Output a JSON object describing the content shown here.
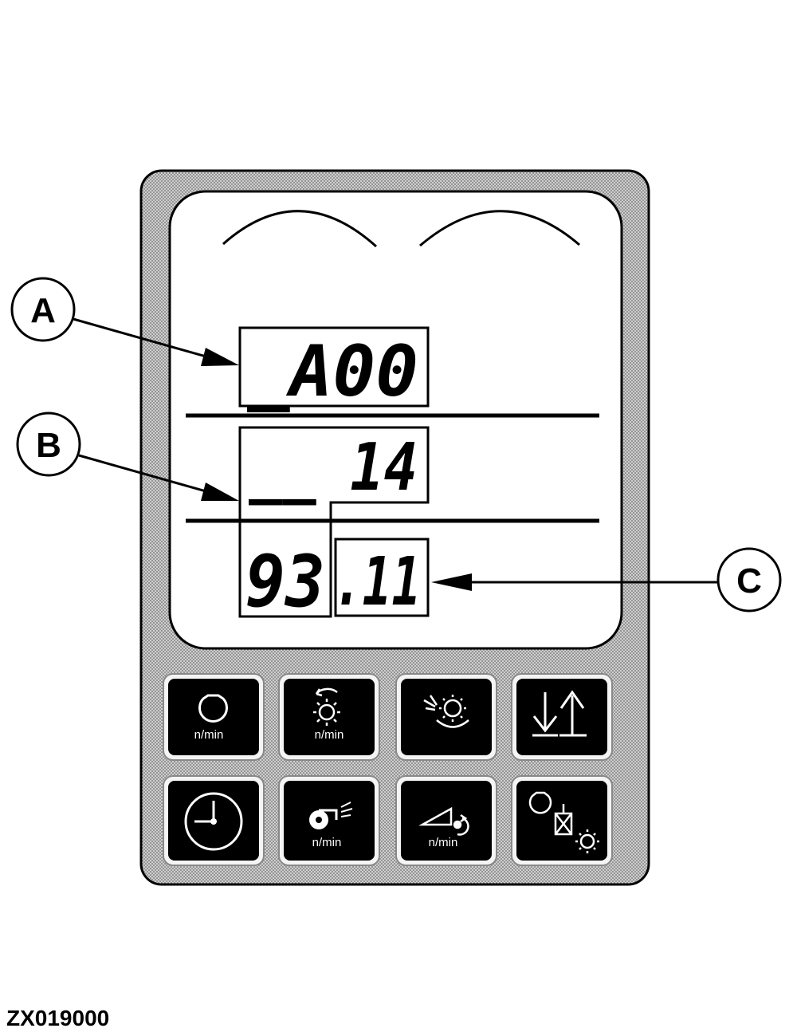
{
  "display": {
    "row_a": "_A00",
    "row_b": "__ 14",
    "row_c_left": "93",
    "row_c_right": ".11"
  },
  "callouts": [
    "A",
    "B",
    "C"
  ],
  "buttons": [
    {
      "name": "engine-speed-button",
      "icon": "engine-icon",
      "label": "n/min"
    },
    {
      "name": "drum-speed-button",
      "icon": "rotating-drum-icon",
      "label": "n/min"
    },
    {
      "name": "cutterhead-button",
      "icon": "cutterhead-icon",
      "label": ""
    },
    {
      "name": "lower-raise-button",
      "icon": "lower-raise-arrows-icon",
      "label": ""
    },
    {
      "name": "hour-meter-button",
      "icon": "clock-icon",
      "label": ""
    },
    {
      "name": "blower-speed-button",
      "icon": "blower-icon",
      "label": "n/min"
    },
    {
      "name": "header-speed-button",
      "icon": "header-wedge-icon",
      "label": "n/min"
    },
    {
      "name": "drive-ratio-button",
      "icon": "engine-gearbox-icon",
      "label": ""
    }
  ],
  "figure_code": "ZX019000",
  "colors": {
    "panel": "#a8a8a8",
    "screen": "#ffffff",
    "button": "#000000",
    "ink": "#000000"
  }
}
